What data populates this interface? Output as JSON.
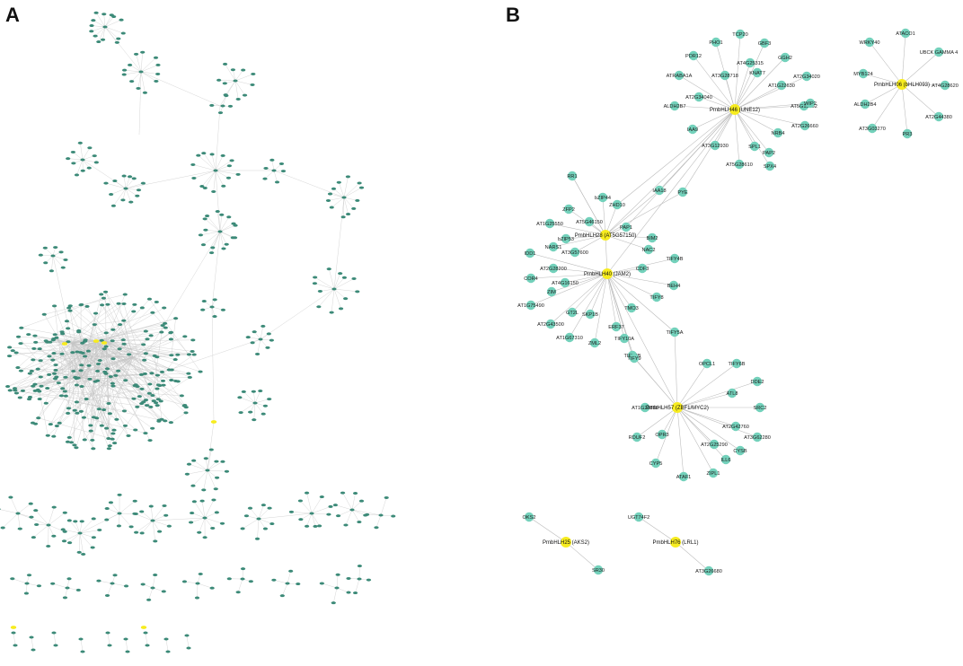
{
  "panels": {
    "a_label": "A",
    "b_label": "B"
  },
  "colors": {
    "node": "#73d1bb",
    "hub": "#f7ec1f",
    "edge": "#b9b9b9",
    "text": "#222222"
  },
  "network_b": {
    "clusters": [
      {
        "hub": "PmbHLH46 (UNE12)",
        "neighbors": [
          "TCP20",
          "PHO1",
          "GBF3",
          "PDR12",
          "GGH2",
          "AT4G25315",
          "ATRABA1A",
          "AT3G28718",
          "KNAT7",
          "AT2G34020",
          "AT1G22630",
          "AT2G34040",
          "ALDH2B7",
          "AT5G15802",
          "WIP2",
          "AT2G26660",
          "IAA9",
          "NRB4",
          "AT3G12930",
          "SPL1",
          "PAP2",
          "AT5G28610",
          "SPX4"
        ]
      },
      {
        "hub": "PmbHLH06 (bHLH093)",
        "neighbors": [
          "ATACO1",
          "WRKY40",
          "UBCK GAMMA 4",
          "MYB124",
          "AT4G28620",
          "ALDH2B4",
          "AT2G44380",
          "AT3G03270",
          "PR3"
        ]
      },
      {
        "hub": "PmbHLH28 (AT5G57150)",
        "neighbors": [
          "RR1",
          "bZIP44",
          "IAA18",
          "PYE",
          "ZHD10",
          "ZFP2",
          "AT5G46150",
          "AT1G25550",
          "bZIP53",
          "PAP1",
          "NARS1",
          "AT3G57600",
          "BIM2",
          "NAC2"
        ]
      },
      {
        "hub": "PmbHLH40 (JAM2)",
        "neighbors": [
          "IDD1",
          "AT2G28200",
          "COR4",
          "AT4G16150",
          "CDF3",
          "TIFY4B",
          "BEH4",
          "ZIM",
          "SKP1B",
          "TIFY8",
          "AT1G75490",
          "TMO3",
          "AT2G43500",
          "GT2L",
          "ERF37",
          "TIFY5A",
          "AT1G67310",
          "ZML2",
          "TIFY10A",
          "TIFY3B",
          "TIFY9"
        ]
      },
      {
        "hub": "PmbHLH57 (ZBF1/MYC2)",
        "neighbors": [
          "OPCL1",
          "TIFY6B",
          "DDE2",
          "ATL8",
          "AT1G23850",
          "SRC2",
          "AT2G42760",
          "RDUF2",
          "OPR3",
          "AT3G62280",
          "AT2G25290",
          "CYSB",
          "ILL6",
          "CYP5",
          "ZIPL1",
          "ATAF1"
        ]
      },
      {
        "hub": "PmbHLH25 (AKS2)",
        "neighbors": [
          "OKS2",
          "SR30"
        ]
      },
      {
        "hub": "PmbHLH76 (LRL1)",
        "neighbors": [
          "UGT74F2",
          "AT3G26680"
        ]
      }
    ]
  }
}
